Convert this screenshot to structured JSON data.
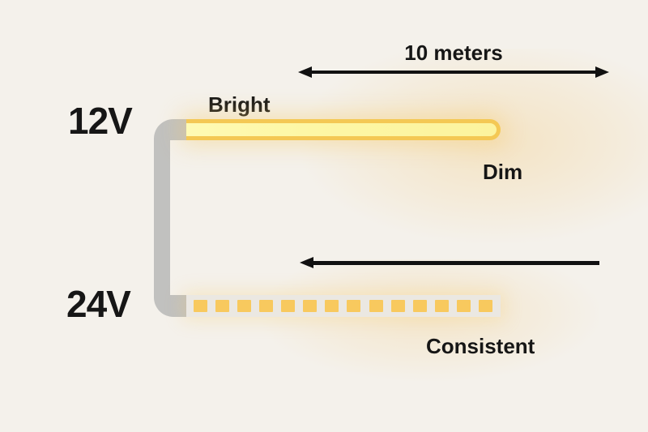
{
  "background": "#F4F1EB",
  "colors": {
    "text": "#161616",
    "arrow": "#111111",
    "connector_gray": "#C1C1BF",
    "strip12_fill": "#FDF7A5",
    "strip12_border": "#F4C854",
    "strip24_fill": "#EBE8E2",
    "led_amber": "#F8C95E"
  },
  "labels": {
    "distance": "10 meters",
    "strip12_voltage": "12V",
    "strip12_start": "Bright",
    "strip12_end": "Dim",
    "strip24_voltage": "24V",
    "strip24_quality": "Consistent"
  },
  "strip24": {
    "led_count": 14
  }
}
